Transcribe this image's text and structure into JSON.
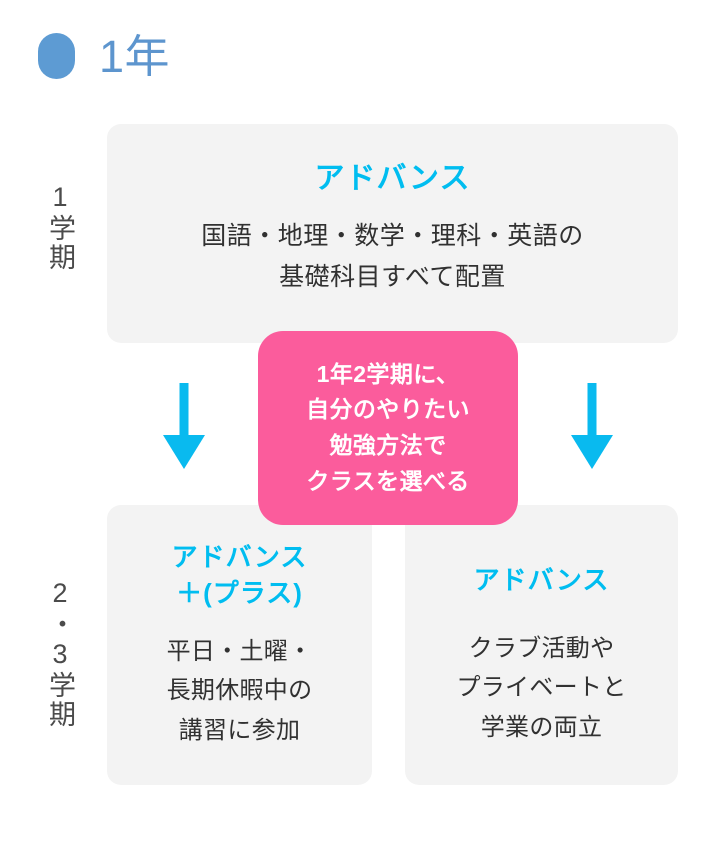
{
  "header": {
    "marker_icon": "blue-pill-marker",
    "title": "1年",
    "title_color": "#5d95ce",
    "marker_color": "#5d9bd3"
  },
  "theme": {
    "card_bg": "#f3f3f3",
    "heading_cyan": "#00bdf0",
    "arrow_cyan": "#09baef",
    "callout_pink": "#fb5c9c",
    "body_text": "#313131",
    "label_text": "#4b4b4b"
  },
  "term_labels": [
    {
      "id": "term-1",
      "text": "1学期"
    },
    {
      "id": "term-23",
      "text": "2・3学期"
    }
  ],
  "cards": {
    "top": {
      "heading": "アドバンス",
      "body_lines": [
        "国語・地理・数学・理科・英語の",
        "基礎科目すべて配置"
      ]
    },
    "bottom_left": {
      "heading_lines": [
        "アドバンス",
        "＋(プラス)"
      ],
      "body_lines": [
        "平日・土曜・",
        "長期休暇中の",
        "講習に参加"
      ]
    },
    "bottom_right": {
      "heading_lines": [
        "アドバンス"
      ],
      "body_lines": [
        "クラブ活動や",
        "プライベートと",
        "学業の両立"
      ]
    }
  },
  "callout": {
    "lines": [
      "1年2学期に、",
      "自分のやりたい",
      "勉強方法で",
      "クラスを選べる"
    ]
  },
  "arrows": [
    {
      "id": "arrow-left",
      "direction": "down"
    },
    {
      "id": "arrow-right",
      "direction": "down"
    }
  ]
}
